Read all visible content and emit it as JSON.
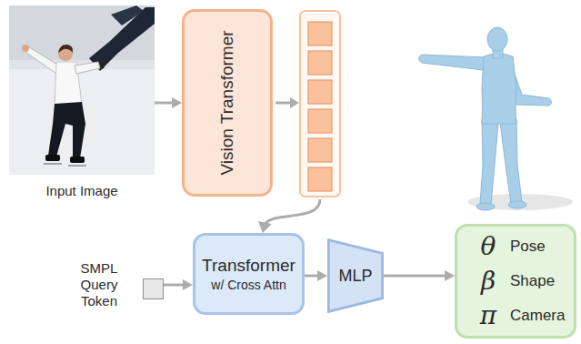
{
  "diagram": {
    "nodes": [
      {
        "text": [
          "Input Image"
        ]
      },
      {
        "text": [
          "Vision Transformer"
        ]
      },
      {
        "text": [
          "SMPL Query Token"
        ]
      },
      {
        "text": [
          "Transformer",
          "w/ Cross Attn"
        ]
      },
      {
        "text": [
          "MLP"
        ]
      },
      {
        "text": [
          "θ",
          "Pose",
          "β",
          "Shape",
          "π",
          "Camera"
        ]
      }
    ],
    "edges": [
      {
        "from": 0,
        "to": 1,
        "arrow": "to"
      },
      {
        "from": 2,
        "to": 3,
        "arrow": "to"
      },
      {
        "from": 3,
        "to": 4,
        "arrow": "to"
      },
      {
        "from": 4,
        "to": 5,
        "arrow": "to"
      }
    ]
  }
}
